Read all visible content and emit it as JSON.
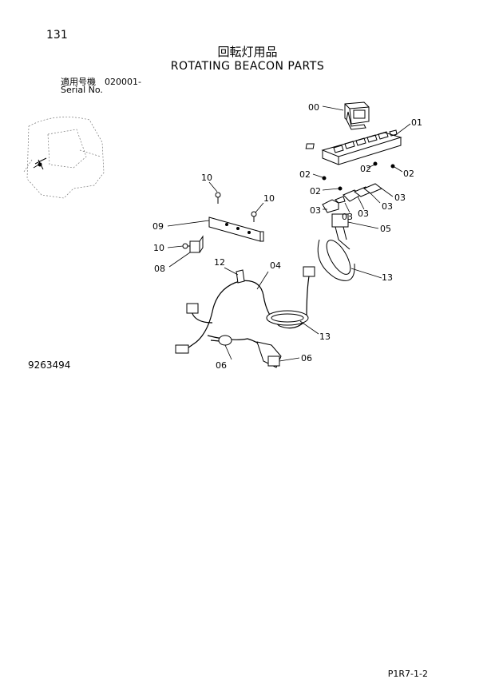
{
  "page_number": "131",
  "title_jp": "回転灯用品",
  "title_en": "ROTATING BEACON PARTS",
  "serial_jp": "適用号機　020001-",
  "serial_en": "Serial No.",
  "drawing_number": "9263494",
  "footer_code": "P1R7-1-2",
  "callouts": {
    "c00": "00",
    "c01": "01",
    "c02a": "02",
    "c02b": "02",
    "c02c": "02",
    "c02d": "02",
    "c03a": "03",
    "c03b": "03",
    "c03c": "03",
    "c03d": "03",
    "c03e": "03",
    "c04": "04",
    "c05": "05",
    "c06a": "06",
    "c06b": "06",
    "c08": "08",
    "c09": "09",
    "c10a": "10",
    "c10b": "10",
    "c10c": "10",
    "c12": "12",
    "c13a": "13",
    "c13b": "13"
  }
}
